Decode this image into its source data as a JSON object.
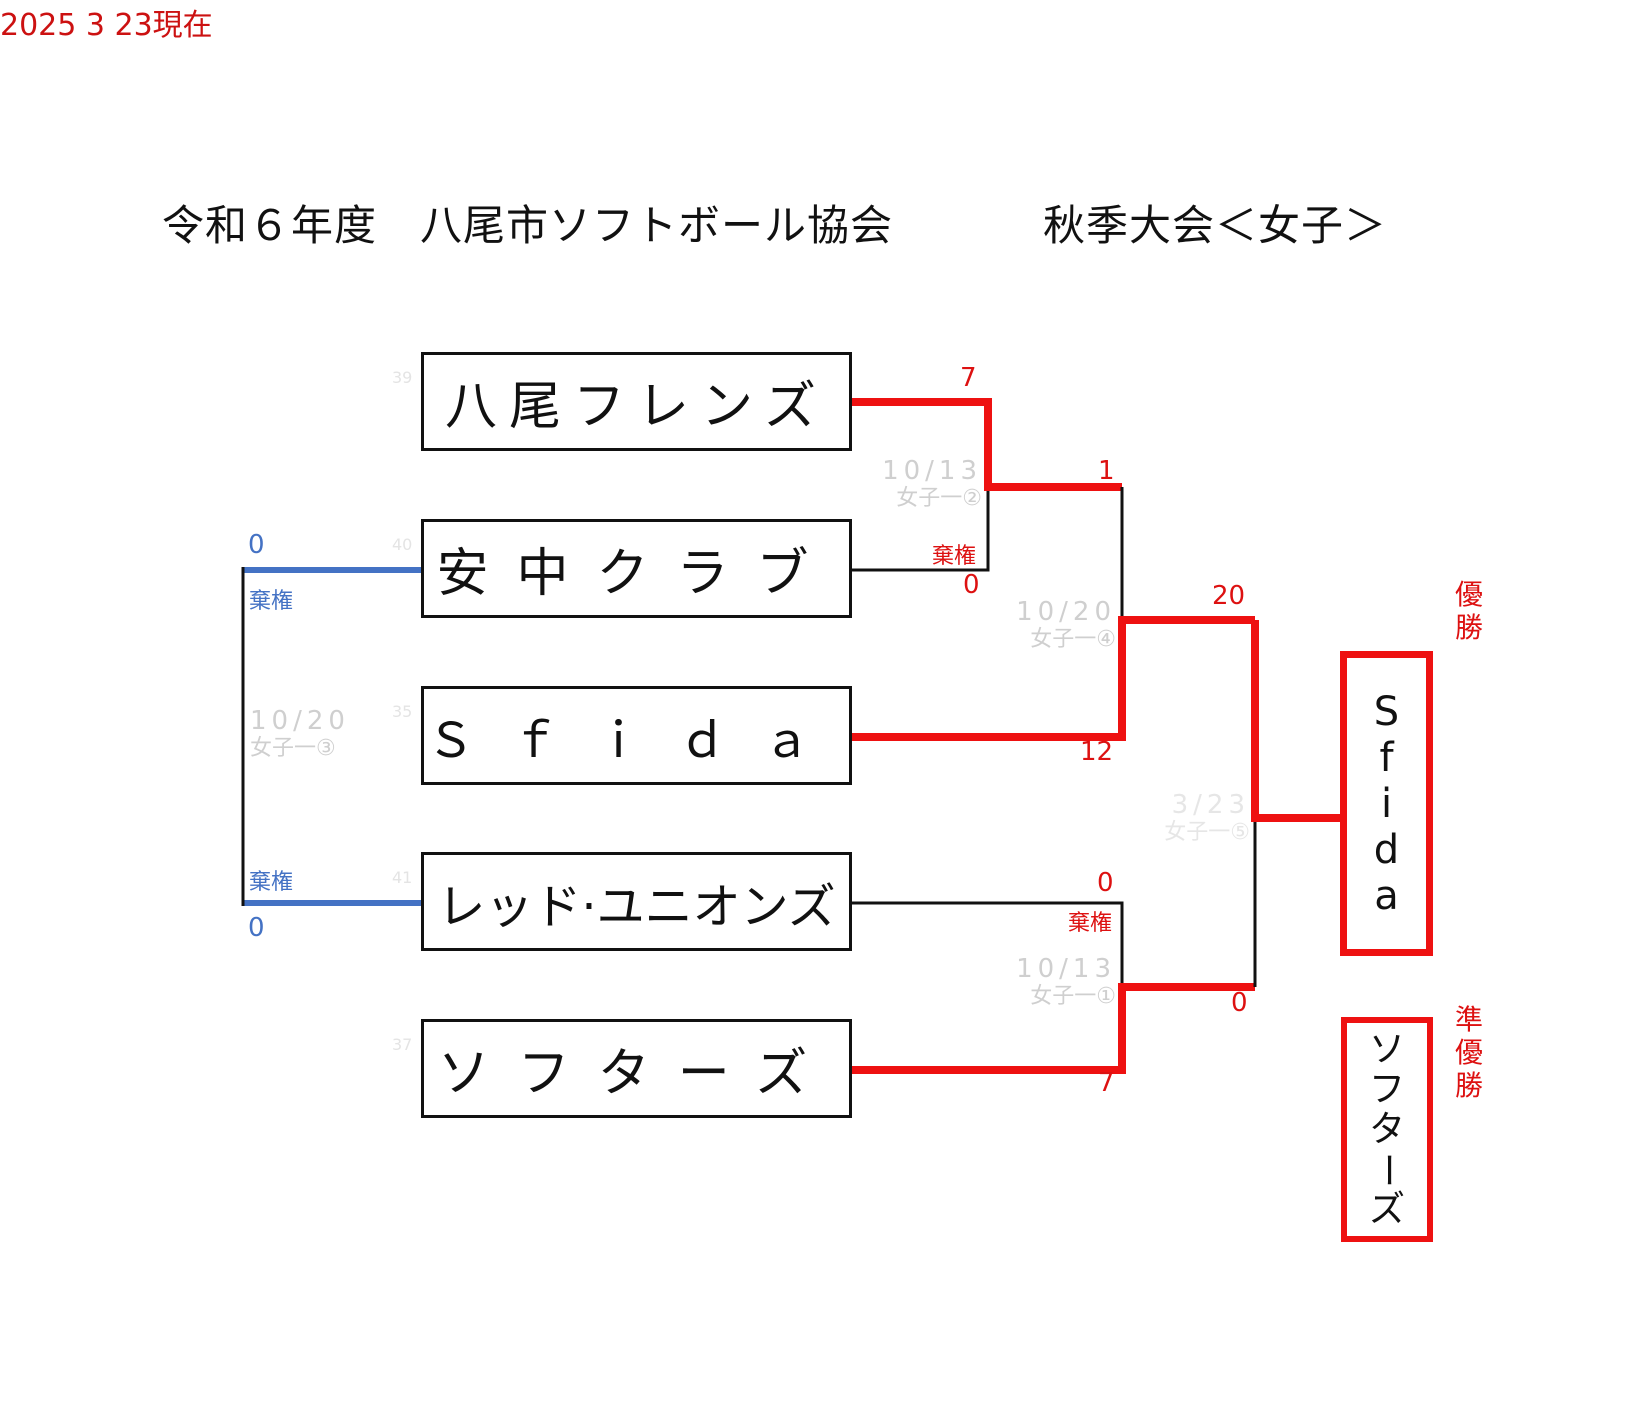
{
  "header": {
    "title_left": "令和６年度　八尾市ソフトボール協会",
    "title_right": "秋季大会＜女子＞",
    "as_of": "2025 3 23現在"
  },
  "colors": {
    "winner_line": "#ee1111",
    "loser_line": "#111111",
    "first_round_line": "#4472c4",
    "score_red": "#dd1111",
    "score_blue": "#4472c4"
  },
  "teams": [
    {
      "seed": "39",
      "name": "八尾フレンズ"
    },
    {
      "seed": "40",
      "name": "安中クラブ"
    },
    {
      "seed": "35",
      "name": "Ｓｆｉｄａ"
    },
    {
      "seed": "41",
      "name": "レッド·ユニオンズ"
    },
    {
      "seed": "37",
      "name": "ソフターズ"
    }
  ],
  "matches": {
    "m1": {
      "date": "10/13",
      "code": "女子一①",
      "team_a_score": "0",
      "team_a_note": "棄権",
      "team_b_score": "7"
    },
    "m2": {
      "date": "10/13",
      "code": "女子一②",
      "team_a_score": "7",
      "team_b_score": "0",
      "team_b_note": "棄権"
    },
    "m3": {
      "date": "10/20",
      "code": "女子一③",
      "team_a_score": "0",
      "team_a_note": "棄権",
      "team_b_score": "0",
      "team_b_note": "棄権"
    },
    "m4": {
      "date": "10/20",
      "code": "女子一④",
      "team_a_score": "1",
      "team_b_score": "12"
    },
    "m5": {
      "date": "3/23",
      "code": "女子一⑤",
      "team_a_score": "20",
      "team_b_score": "0"
    }
  },
  "results": {
    "champion_label": [
      "優",
      "勝"
    ],
    "champion_name": [
      "S",
      "f",
      "i",
      "d",
      "a"
    ],
    "runner_up_label": [
      "準",
      "優",
      "勝"
    ],
    "runner_up_name": [
      "ソ",
      "フ",
      "タ",
      "ー",
      "ズ"
    ]
  }
}
